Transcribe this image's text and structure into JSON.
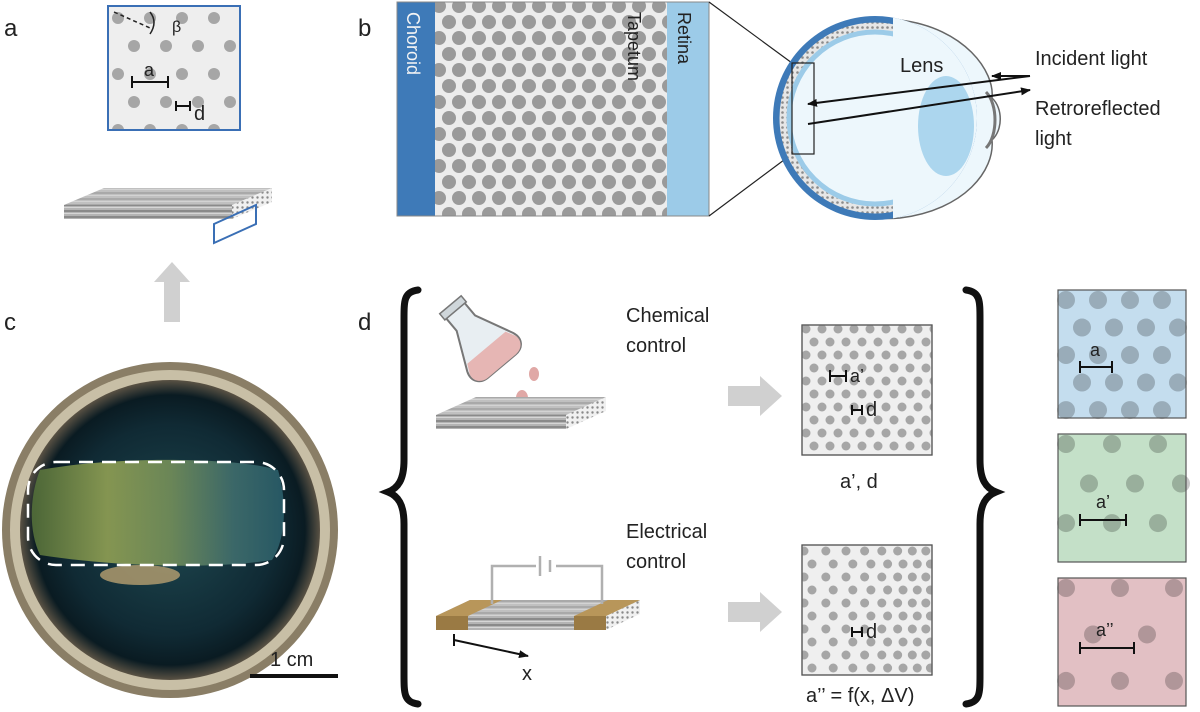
{
  "panels": {
    "a": {
      "label": "a",
      "angle": "β",
      "spacing": "a",
      "diameter": "d"
    },
    "b": {
      "label": "b",
      "layers": [
        "Choroid",
        "Tapetum",
        "Retina"
      ],
      "lens": "Lens",
      "incident": "Incident light",
      "retro_line1": "Retroreflected",
      "retro_line2": "light"
    },
    "c": {
      "label": "c",
      "scale": "1 cm"
    },
    "d": {
      "label": "d",
      "chem_line1": "Chemical",
      "chem_line2": "control",
      "chem_spacing": "a’",
      "chem_diameter": "d",
      "chem_caption": "a’, d",
      "elec_line1": "Electrical",
      "elec_line2": "control",
      "elec_diameter": "d",
      "elec_axis": "x",
      "elec_caption": "a’’ = f(x, ΔV)"
    },
    "swatches": [
      {
        "label": "a",
        "color": "#c4ddee"
      },
      {
        "label": "a’",
        "color": "#c4e0c8"
      },
      {
        "label": "a’’",
        "color": "#e2c0c4"
      }
    ]
  },
  "colors": {
    "choroid": "#3e7ab8",
    "tapetum": "#eeeeee",
    "retina": "#9ccbe8",
    "dot": "#a0a0a0",
    "frame_blue": "#3a6fb5",
    "arrow_grey": "#d0d0d0",
    "electrode": "#b8965a"
  }
}
